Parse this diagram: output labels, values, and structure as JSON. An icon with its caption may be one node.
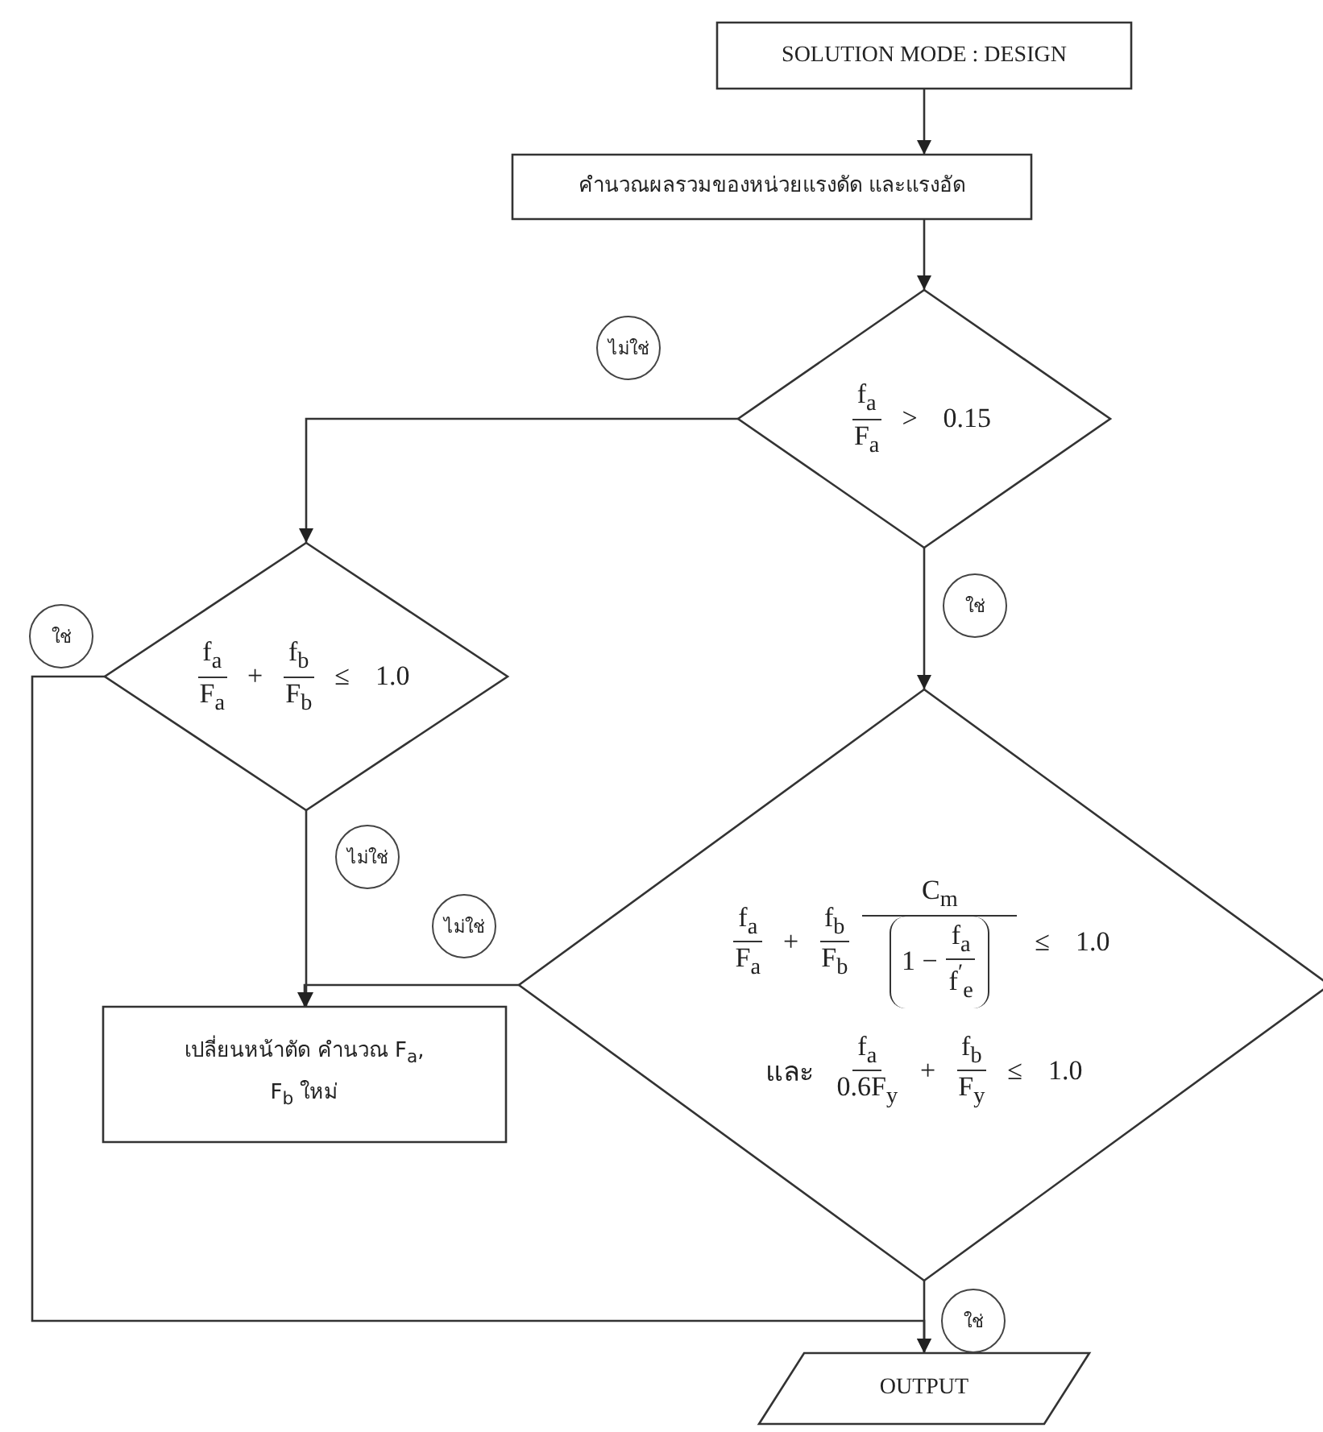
{
  "diagram": {
    "nodes": [
      {
        "text": [
          "SOLUTION MODE : DESIGN"
        ]
      },
      {
        "text": [
          "คำนวณผลรวมของหน่วยแรงดัด และแรงอัด"
        ]
      },
      {
        "text": [
          "f$_{a}$",
          "F$_{a}$",
          ">",
          "0.15"
        ]
      },
      {
        "text": [
          "f$_{a}$",
          "F$_{a}$",
          "+",
          "f$_{b}$",
          "F$_{b}$",
          "≤",
          "1.0"
        ]
      },
      {
        "text": [
          "f$_{a}$",
          "F$_{a}$",
          "+",
          "f$_{b}$",
          "F$_{b}$",
          "C$_{m}$",
          "1 −",
          "f$_{a}$",
          "f$^{′}$$_{e}$",
          "≤",
          "1.0",
          "และ",
          "f$_{a}$",
          "0.6F$_{y}$",
          "+",
          "f$_{b}$",
          "F$_{y}$",
          "≤",
          "1.0"
        ]
      },
      {
        "text": [
          "เปลี่ยนหน้าตัด คำนวณ F$_{a}$, F$_{b}$ ใหม่"
        ]
      },
      {
        "text": [
          "OUTPUT"
        ]
      }
    ],
    "edges": [
      {
        "from": 0,
        "to": 1,
        "arrow": "to"
      },
      {
        "from": 1,
        "to": 2,
        "arrow": "to"
      },
      {
        "from": 2,
        "to": 3,
        "arrow": "to",
        "label": "ไม่ใช่"
      },
      {
        "from": 2,
        "to": 4,
        "arrow": "to",
        "label": "ใช่"
      },
      {
        "from": 3,
        "to": 6,
        "arrow": "to",
        "label": "ใช่"
      },
      {
        "from": 3,
        "to": 5,
        "arrow": "to",
        "label": "ไม่ใช่"
      },
      {
        "from": 4,
        "to": 5,
        "arrow": "to",
        "label": "ไม่ใช่"
      },
      {
        "from": 4,
        "to": 6,
        "arrow": "to",
        "label": "ใช่"
      }
    ]
  }
}
